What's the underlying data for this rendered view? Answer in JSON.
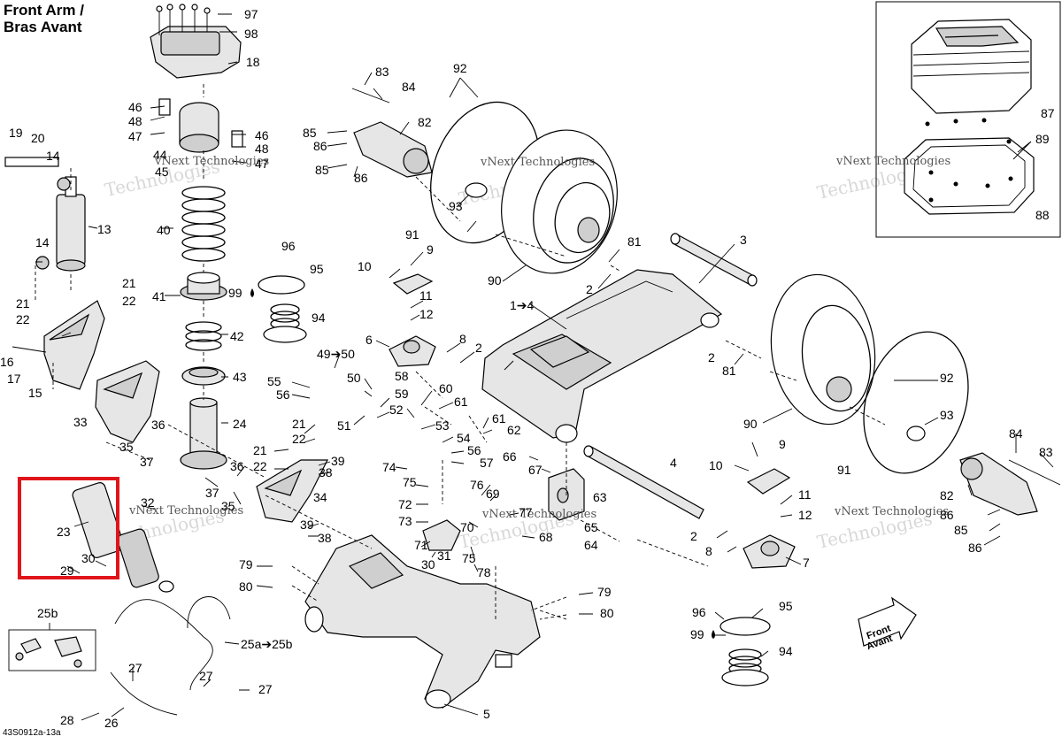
{
  "title": {
    "line1": "Front Arm /",
    "line2": "Bras Avant"
  },
  "footer_code": "43S0912a-13a",
  "watermark": {
    "text": "vNext Technologies",
    "faded": "Technologies"
  },
  "front_arrow": {
    "line1": "Front",
    "line2": "Avant"
  },
  "highlight_color": "#e0151b",
  "labels": {
    "l97": "97",
    "l98": "98",
    "l18": "18",
    "l46a": "46",
    "l48a": "48",
    "l47a": "47",
    "l44": "44",
    "l45": "45",
    "l46b": "46",
    "l48b": "48",
    "l47b": "47",
    "l19": "19",
    "l20": "20",
    "l14a": "14",
    "l13": "13",
    "l14b": "14",
    "l40": "40",
    "l41": "41",
    "l42": "42",
    "l43": "43",
    "l24": "24",
    "l96a": "96",
    "l95a": "95",
    "l99a": "99",
    "l94a": "94",
    "l21a": "21",
    "l22a": "22",
    "l21b": "21",
    "l22b": "22",
    "l16": "16",
    "l17": "17",
    "l15": "15",
    "l33": "33",
    "l36a": "36",
    "l35a": "35",
    "l37a": "37",
    "l83a": "83",
    "l84a": "84",
    "l82a": "82",
    "l85a": "85",
    "l86a": "86",
    "l85b": "85",
    "l86b": "86",
    "l92a": "92",
    "l93a": "93",
    "l91a": "91",
    "l90a": "90",
    "l81a": "81",
    "l2a": "2",
    "l3": "3",
    "l87": "87",
    "l89": "89",
    "l88": "88",
    "l10a": "10",
    "l9a": "9",
    "l11a": "11",
    "l12a": "12",
    "l6": "6",
    "l8a": "8",
    "l2b": "2",
    "l1to4": "1➔4",
    "l49to50": "49➔50",
    "l55": "55",
    "l56a": "56",
    "l50": "50",
    "l58": "58",
    "l59": "59",
    "l60": "60",
    "l61a": "61",
    "l51": "51",
    "l52": "52",
    "l53": "53",
    "l54": "54",
    "l56b": "56",
    "l57": "57",
    "l61b": "61",
    "l62": "62",
    "l2c": "2",
    "l81b": "81",
    "l92b": "92",
    "l93b": "93",
    "l90b": "90",
    "l91b": "91",
    "l84b": "84",
    "l83b": "83",
    "l82b": "82",
    "l86c": "86",
    "l85c": "85",
    "l86d": "86",
    "l21c": "21",
    "l22c": "22",
    "l39a": "39",
    "l38a": "38",
    "l36b": "36",
    "l37b": "37",
    "l35b": "35",
    "l34": "34",
    "l39b": "39",
    "l38b": "38",
    "l74": "74",
    "l75a": "75",
    "l72": "72",
    "l73": "73",
    "l71": "71",
    "l30b": "30",
    "l31": "31",
    "l66": "66",
    "l67": "67",
    "l76": "76",
    "l69": "69",
    "l77": "77",
    "l70": "70",
    "l68": "68",
    "l75b": "75",
    "l78": "78",
    "l63": "63",
    "l65": "65",
    "l64": "64",
    "l4": "4",
    "l10b": "10",
    "l9b": "9",
    "l11b": "11",
    "l12b": "12",
    "l2d": "2",
    "l8b": "8",
    "l7": "7",
    "l32": "32",
    "l23": "23",
    "l30a": "30",
    "l29": "29",
    "l79a": "79",
    "l80a": "80",
    "l79b": "79",
    "l80b": "80",
    "l96b": "96",
    "l95b": "95",
    "l99b": "99",
    "l94b": "94",
    "l25b": "25b",
    "l25a": "25a➔25b",
    "l27a": "27",
    "l27b": "27",
    "l27c": "27",
    "l28": "28",
    "l26": "26",
    "l5": "5"
  }
}
